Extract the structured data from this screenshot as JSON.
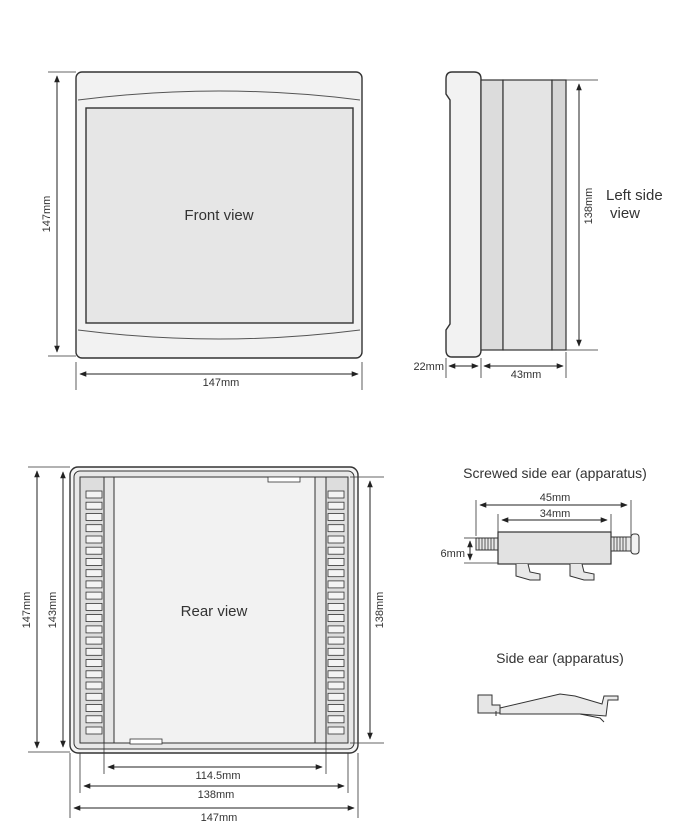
{
  "front_view": {
    "label": "Front view",
    "dim_height": "147mm",
    "dim_width": "147mm"
  },
  "left_side_view": {
    "label_line1": "Left side",
    "label_line2": "view",
    "dim_height": "138mm",
    "dim_bezel": "22mm",
    "dim_depth": "43mm"
  },
  "rear_view": {
    "label": "Rear view",
    "dim_outer_height": "147mm",
    "dim_inner_height": "143mm",
    "dim_body_height": "138mm",
    "dim_width_inner": "114.5mm",
    "dim_width_body": "138mm",
    "dim_width_outer": "147mm",
    "terminals_per_side": 22
  },
  "screwed_side_ear": {
    "title": "Screwed side ear (apparatus)",
    "dim_overall": "45mm",
    "dim_body": "34mm",
    "dim_height": "6mm"
  },
  "side_ear": {
    "title": "Side ear (apparatus)"
  }
}
